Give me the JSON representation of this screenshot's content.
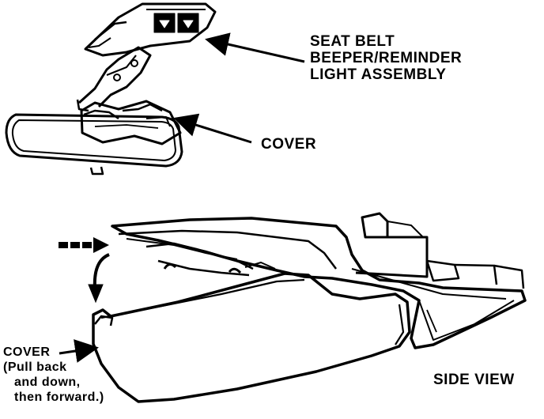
{
  "labels": {
    "seat_belt_line1": "SEAT BELT",
    "seat_belt_line2": "BEEPER/REMINDER",
    "seat_belt_line3": "LIGHT ASSEMBLY",
    "cover_top": "COVER",
    "cover_bottom": "COVER",
    "cover_instr_line1": "(Pull back",
    "cover_instr_line2": "and down,",
    "cover_instr_line3": "then forward.)",
    "side_view": "SIDE VIEW"
  },
  "colors": {
    "ink": "#000000",
    "paper": "#ffffff"
  }
}
